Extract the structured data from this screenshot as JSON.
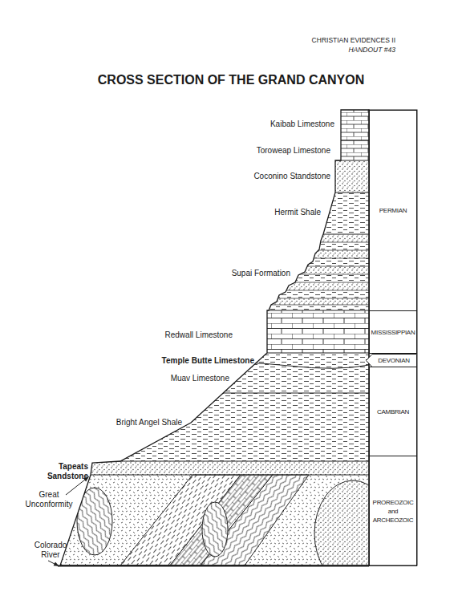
{
  "diagram": {
    "title": "CROSS SECTION OF THE GRAND CANYON",
    "nodes": [
      {
        "text": [
          "PERMIAN"
        ]
      },
      {
        "text": [
          "MISSISSIPPIAN"
        ]
      },
      {
        "text": [
          "DEVONIAN"
        ]
      },
      {
        "text": [
          "CAMBRIAN"
        ]
      },
      {
        "text": [
          "PROREOZOIC and ARCHEOZOIC"
        ]
      }
    ],
    "labels": [
      "CHRISTIAN EVIDENCES II",
      "HANDOUT #43",
      "Kaibab Limestone",
      "Toroweap Limestone",
      "Coconino Standstone",
      "Hermit Shale",
      "Supai Formation",
      "Redwall Limestone",
      "Temple Butte Limestone",
      "Muav Limestone",
      "Bright Angel Shale",
      "Tapeats Sandstone",
      "Great Unconformity",
      "Colorado River"
    ]
  }
}
